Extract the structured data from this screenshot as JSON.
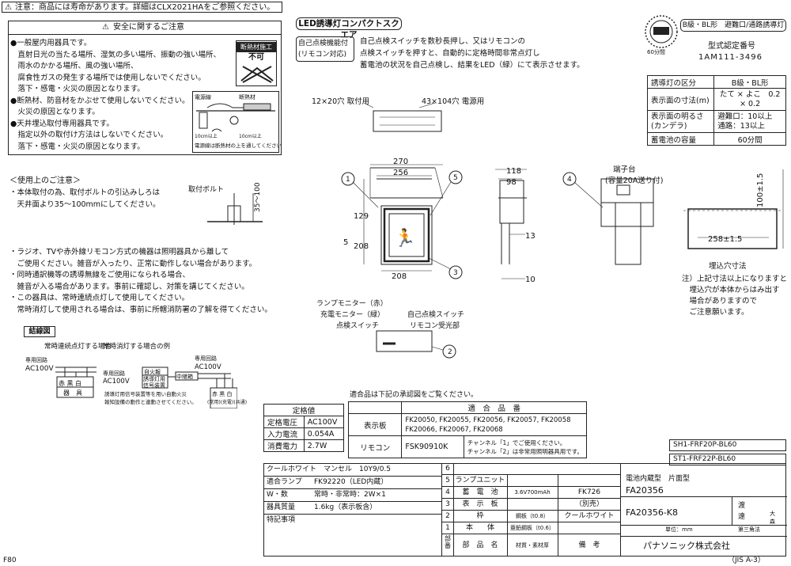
{
  "notice": {
    "text": "注意：商品には寿命があります。詳細はCLX2021HAをご参照ください。"
  },
  "title": {
    "product": "LED誘導灯コンパクトスクエア",
    "badge1": "自己点検機能付",
    "badge2": "(リモコン対応)",
    "desc1": "自己点検スイッチを数秒長押し、又はリモコンの",
    "desc2": "点検スイッチを押すと、自動的に定格時間非常点灯し",
    "desc3": "蓄電池の状況を自己点検し、結果をLED（緑）にて表示させます。",
    "class_label": "B級・BL形　避難口/通路誘導灯",
    "cert_label": "型式認定番号",
    "cert_no": "1AM111-3496",
    "cert_seal": "60分間"
  },
  "safety": {
    "header": "安全に関するご注意",
    "lines": [
      "●一般屋内用器具です。",
      "　直射日光の当たる場所、湿気の多い場所、振動の強い場所、",
      "　雨水のかかる場所、風の強い場所、",
      "　腐食性ガスの発生する場所では使用しないでください。",
      "　落下・感電・火災の原因となります。",
      "●断熱材、防音材をかぶせて使用しないでください。",
      "　火災の原因となります。",
      "●天井埋込取付専用器具です。",
      "　指定以外の取付け方法はしないでください。",
      "　落下・感電・火災の原因となります。"
    ],
    "tile_title": "断熱材施工",
    "tile_mark": "不可",
    "fig_labels": [
      "電源線",
      "断熱材",
      "10cm以上",
      "10cm以上"
    ],
    "fig_note": "電源線は断熱材の上を通してください"
  },
  "usage": {
    "header": "＜使用上のご注意＞",
    "lines1": [
      "・本体取付の為、取付ボルトの引込みしろは",
      "　天井面より35〜100mmにしてください。"
    ],
    "bolt_label": "取付ボルト",
    "bolt_dim": "35〜100",
    "lines2": [
      "・ラジオ、TVや赤外線リモコン方式の機器は照明器具から離して",
      "　ご使用ください。雑音が入ったり、正常に動作しない場合があります。",
      "・同時通訳機等の誘導無線をご使用になられる場合、",
      "　雑音が入る場合があります。事前に確認し、対策を講じてください。",
      "・この器具は、常時連続点灯して使用してください。",
      "　常時消灯して使用される場合は、事前に所轄消防署の了解を得てください。"
    ]
  },
  "wiring": {
    "title": "結線図",
    "left_title": "常時連続点灯する場合",
    "right_title": "常時消灯する場合の例",
    "power": "専用回路",
    "ac": "AC100V",
    "terminals": "赤 黒 白",
    "body": "器　具",
    "auto_fire": "自火報",
    "relay": "誘導灯用\n信号装置",
    "relay_box": "中継箱",
    "out_terms": "赤 黒 白",
    "out_labels": "(常用)(充電)(共通)",
    "note1": "誘導灯用信号装置等を用い自動火災",
    "note2": "報知設備の動作と連動させてください。"
  },
  "spec_table": {
    "rows": [
      {
        "label": "誘導灯の区分",
        "value": "B級・BL形"
      },
      {
        "label": "表示面の寸法(m)",
        "value": "たて × よこ　0.2 × 0.2"
      },
      {
        "label": "表示面の明るさ(カンデラ)",
        "value": "避難口：10以上　通路：13以上"
      },
      {
        "label": "蓄電池の容量",
        "value": "60分間"
      }
    ]
  },
  "drawing": {
    "top_dims": [
      "12×20穴 取付用",
      "43×104穴 電源用"
    ],
    "w270": "270",
    "w256": "256",
    "w208": "208",
    "h129": "129",
    "h208": "208",
    "h5": "5",
    "d118": "118",
    "d98": "98",
    "d13": "13",
    "d10": "10",
    "terminal": "端子台",
    "terminal_cap": "(容量20A送り付)",
    "cutout_w": "258±1.5",
    "cutout_h": "100±1.5",
    "cutout_label": "埋込穴寸法",
    "cutout_note": [
      "注）上記寸法以上になりますと",
      "　埋込穴が本体からはみ出す",
      "　場合がありますので",
      "　ご注意願います。"
    ],
    "callouts": [
      "1",
      "2",
      "3",
      "4",
      "5"
    ],
    "panel_labels": [
      "ランプモニター（赤）",
      "充電モニター（緑）",
      "点検スイッチ",
      "自己点検スイッチ",
      "リモコン受光部"
    ]
  },
  "ratings": {
    "title": "定格値",
    "rows": [
      {
        "label": "定格電圧",
        "value": "AC100V"
      },
      {
        "label": "入力電流",
        "value": "0.054A"
      },
      {
        "label": "消費電力",
        "value": "2.7W"
      }
    ]
  },
  "compat": {
    "intro": "適合品は下記の承認図をご覧ください。",
    "header": "適　合　品　番",
    "panel_label": "表示板",
    "panel_values": [
      "FK20050, FK20055, FK20056, FK20057, FK20058",
      "FK20066, FK20067, FK20068"
    ],
    "remote_label": "リモコン",
    "remote_value": "FSK90910K",
    "remote_note": [
      "チャンネル「1」でご使用ください。",
      "チャンネル「2」は非常用照明器具用です。"
    ]
  },
  "side_codes": [
    "SH1-FRF20P-BL60",
    "ST1-FRF22P-BL60"
  ],
  "title_block": {
    "left_rows": [
      {
        "label": "クールホワイト　マンセル　10Y9/0.5",
        "value": ""
      },
      {
        "label": "適合ランプ",
        "value": "FK92220（LED内蔵）"
      },
      {
        "label": "W・数",
        "value": "常時・非常時：2W×1"
      },
      {
        "label": "器具質量",
        "value": "1.6kg（表示板含）"
      },
      {
        "label": "特記事項",
        "value": ""
      }
    ],
    "parts": [
      {
        "no": "6",
        "name": "",
        "material": "",
        "note": ""
      },
      {
        "no": "5",
        "name": "ランプユニット",
        "material": "",
        "note": ""
      },
      {
        "no": "4",
        "name": "蓄　電　池",
        "material": "3.6V700mAh",
        "note": "FK726"
      },
      {
        "no": "3",
        "name": "表　示　板",
        "material": "",
        "note": "（別売）"
      },
      {
        "no": "2",
        "name": "枠",
        "material": "鋼板（t0.8）",
        "note": "クールホワイト"
      },
      {
        "no": "1",
        "name": "本　　体",
        "material": "亜鉛鋼板（t0.6）",
        "note": ""
      }
    ],
    "parts_header": {
      "no": "部番",
      "name": "部　品　名",
      "material": "材質・素材厚",
      "note": "備　考"
    },
    "product_type": "電池内蔵型　片面型",
    "model": "FA20356",
    "drawing_no": "FA20356-K8",
    "approve1": "渡",
    "approve2": "遠",
    "name1": "大",
    "name2": "森",
    "unit": "単位：mm",
    "projection": "第三角法",
    "company": "パナソニック株式会社"
  },
  "footer": {
    "left": "F80",
    "right": "（JIS A-3）"
  }
}
